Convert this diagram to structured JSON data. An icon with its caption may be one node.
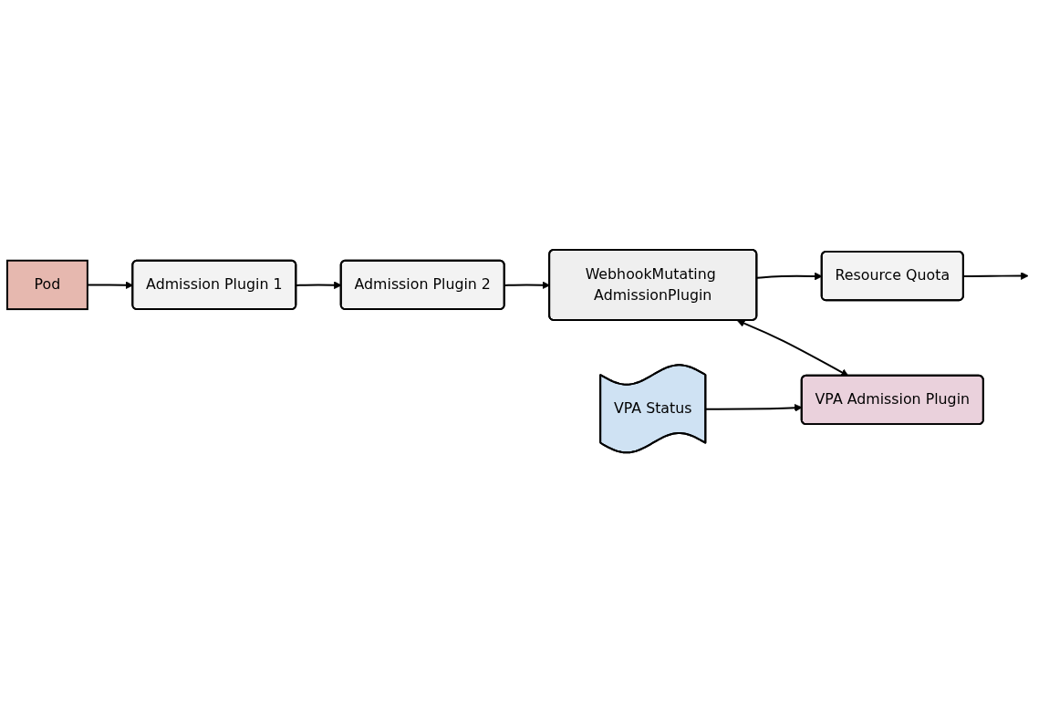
{
  "diagram": {
    "nodes": [
      {
        "text": [
          "Pod"
        ]
      },
      {
        "text": [
          "Admission Plugin 1"
        ]
      },
      {
        "text": [
          "Admission Plugin 2"
        ]
      },
      {
        "text": [
          "WebhookMutating AdmissionPlugin"
        ]
      },
      {
        "text": [
          "Resource Quota"
        ]
      },
      {
        "text": [
          "VPA Status"
        ]
      },
      {
        "text": [
          "VPA Admission Plugin"
        ]
      }
    ],
    "edges": [
      {
        "from": 0,
        "to": 1,
        "arrow": "to"
      },
      {
        "from": 1,
        "to": 2,
        "arrow": "to"
      },
      {
        "from": 2,
        "to": 3,
        "arrow": "to"
      },
      {
        "from": 3,
        "to": 4,
        "arrow": "to"
      },
      {
        "from": 4,
        "to": null,
        "arrow": "to"
      },
      {
        "from": 3,
        "to": 6,
        "arrow": "both"
      },
      {
        "from": 5,
        "to": 6,
        "arrow": "to"
      }
    ]
  }
}
